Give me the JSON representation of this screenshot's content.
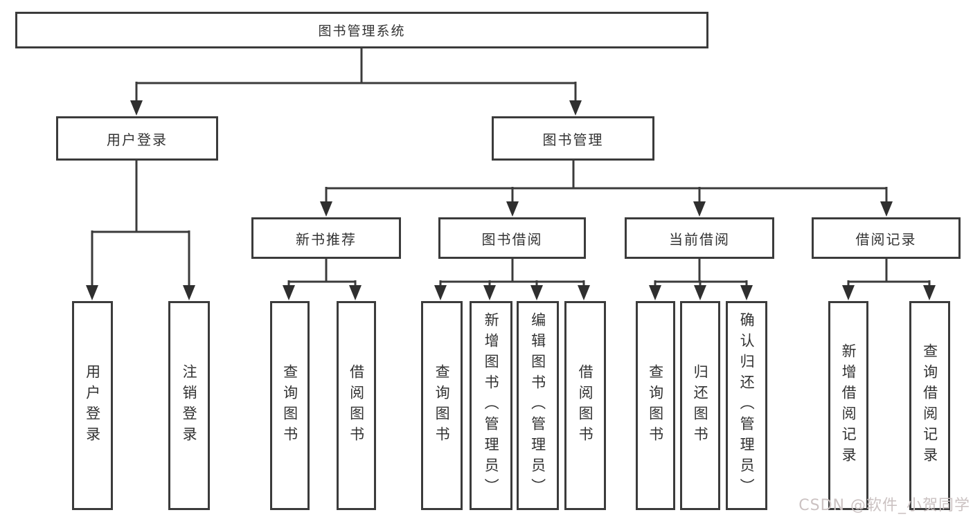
{
  "diagram": {
    "root": "图书管理系统",
    "level2": [
      "用户登录",
      "图书管理"
    ],
    "level3": [
      "新书推荐",
      "图书借阅",
      "当前借阅",
      "借阅记录"
    ],
    "leaves": {
      "user_login": [
        "用户登录",
        "注销登录"
      ],
      "new_book": [
        "查询图书",
        "借阅图书"
      ],
      "book_borrow": [
        "查询图书",
        "新增图书（管理员）",
        "编辑图书（管理员）",
        "借阅图书"
      ],
      "current_borrow": [
        "查询图书",
        "归还图书",
        "确认归还（管理员）"
      ],
      "borrow_record": [
        "新增借阅记录",
        "查询借阅记录"
      ]
    }
  },
  "watermark": "CSDN @软件_小贺同学",
  "colors": {
    "line": "#3b3b3b",
    "text": "#323232",
    "watermark": "#cbc2c2",
    "background": "#ffffff"
  }
}
